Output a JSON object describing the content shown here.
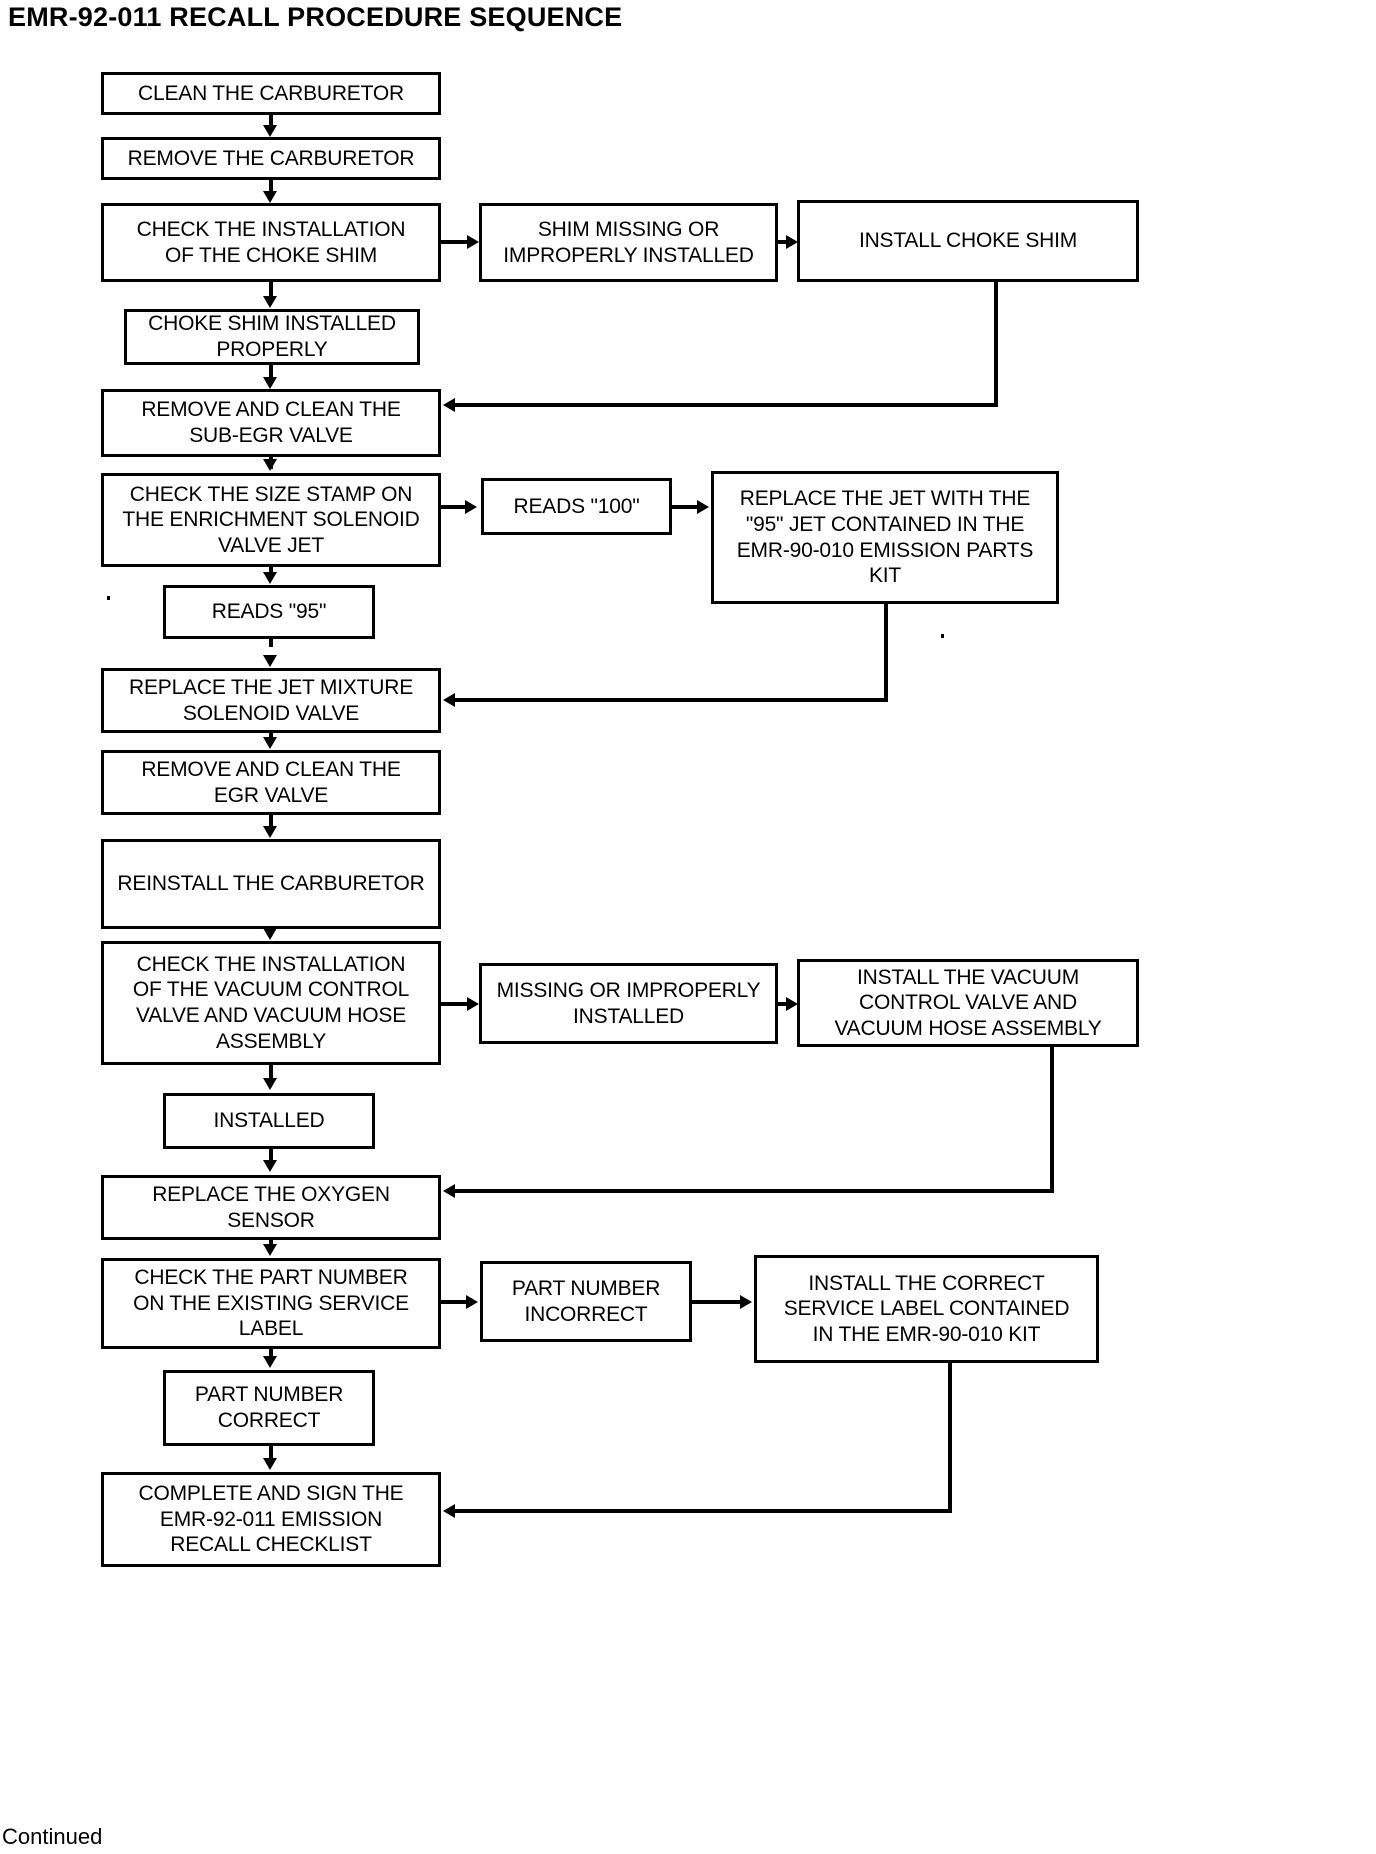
{
  "document": {
    "title": "EMR-92-011 RECALL PROCEDURE SEQUENCE",
    "footer_note": "Continued"
  },
  "chart_data": {
    "type": "diagram",
    "diagram_type": "flowchart",
    "title": "EMR-92-011 RECALL PROCEDURE SEQUENCE",
    "orientation": "top-to-bottom main spine with right-hand branch lanes",
    "nodes": [
      {
        "id": "n1",
        "label": "CLEAN THE CARBURETOR",
        "lane": "main"
      },
      {
        "id": "n2",
        "label": "REMOVE THE CARBURETOR",
        "lane": "main"
      },
      {
        "id": "n3",
        "label": "CHECK THE INSTALLATION\nOF THE CHOKE SHIM",
        "lane": "main"
      },
      {
        "id": "n4",
        "label": "SHIM MISSING OR\nIMPROPERLY INSTALLED",
        "lane": "branch"
      },
      {
        "id": "n5",
        "label": "INSTALL CHOKE SHIM",
        "lane": "branch-far"
      },
      {
        "id": "n6",
        "label": "CHOKE SHIM INSTALLED\nPROPERLY",
        "lane": "main"
      },
      {
        "id": "n7",
        "label": "REMOVE AND CLEAN THE\nSUB-EGR VALVE",
        "lane": "main"
      },
      {
        "id": "n8",
        "label": "CHECK THE SIZE STAMP ON\nTHE ENRICHMENT SOLENOID\nVALVE JET",
        "lane": "main"
      },
      {
        "id": "n9",
        "label": "READS \"100\"",
        "lane": "branch"
      },
      {
        "id": "n10",
        "label": "REPLACE THE JET WITH THE\n\"95\" JET CONTAINED IN THE\nEMR-90-010 EMISSION PARTS\nKIT",
        "lane": "branch-far"
      },
      {
        "id": "n11",
        "label": "READS \"95\"",
        "lane": "main"
      },
      {
        "id": "n12",
        "label": "REPLACE THE JET MIXTURE\nSOLENOID VALVE",
        "lane": "main"
      },
      {
        "id": "n13",
        "label": "REMOVE AND CLEAN THE\nEGR VALVE",
        "lane": "main"
      },
      {
        "id": "n14",
        "label": "REINSTALL THE CARBURETOR",
        "lane": "main"
      },
      {
        "id": "n15",
        "label": "CHECK THE INSTALLATION\nOF THE VACUUM CONTROL\nVALVE AND VACUUM HOSE\nASSEMBLY",
        "lane": "main"
      },
      {
        "id": "n16",
        "label": "MISSING OR IMPROPERLY\nINSTALLED",
        "lane": "branch"
      },
      {
        "id": "n17",
        "label": "INSTALL THE VACUUM\nCONTROL VALVE AND\nVACUUM HOSE ASSEMBLY",
        "lane": "branch-far"
      },
      {
        "id": "n18",
        "label": "INSTALLED",
        "lane": "main"
      },
      {
        "id": "n19",
        "label": "REPLACE THE OXYGEN\nSENSOR",
        "lane": "main"
      },
      {
        "id": "n20",
        "label": "CHECK THE PART NUMBER\nON THE EXISTING SERVICE\nLABEL",
        "lane": "main"
      },
      {
        "id": "n21",
        "label": "PART NUMBER\nINCORRECT",
        "lane": "branch"
      },
      {
        "id": "n22",
        "label": "INSTALL THE CORRECT\nSERVICE LABEL CONTAINED\nIN THE EMR-90-010 KIT",
        "lane": "branch-far"
      },
      {
        "id": "n23",
        "label": "PART NUMBER\nCORRECT",
        "lane": "main"
      },
      {
        "id": "n24",
        "label": "COMPLETE AND SIGN THE\nEMR-92-011 EMISSION\nRECALL CHECKLIST",
        "lane": "main"
      }
    ],
    "edges": [
      {
        "from": "n1",
        "to": "n2",
        "dir": "down"
      },
      {
        "from": "n2",
        "to": "n3",
        "dir": "down"
      },
      {
        "from": "n3",
        "to": "n4",
        "dir": "right"
      },
      {
        "from": "n4",
        "to": "n5",
        "dir": "right"
      },
      {
        "from": "n3",
        "to": "n6",
        "dir": "down"
      },
      {
        "from": "n6",
        "to": "n7",
        "dir": "down"
      },
      {
        "from": "n5",
        "to": "n7",
        "dir": "down-then-left"
      },
      {
        "from": "n7",
        "to": "n8",
        "dir": "down"
      },
      {
        "from": "n8",
        "to": "n9",
        "dir": "right"
      },
      {
        "from": "n9",
        "to": "n10",
        "dir": "right"
      },
      {
        "from": "n8",
        "to": "n11",
        "dir": "down"
      },
      {
        "from": "n11",
        "to": "n12",
        "dir": "down"
      },
      {
        "from": "n10",
        "to": "n12",
        "dir": "down-then-left"
      },
      {
        "from": "n12",
        "to": "n13",
        "dir": "down"
      },
      {
        "from": "n13",
        "to": "n14",
        "dir": "down"
      },
      {
        "from": "n14",
        "to": "n15",
        "dir": "down"
      },
      {
        "from": "n15",
        "to": "n16",
        "dir": "right"
      },
      {
        "from": "n16",
        "to": "n17",
        "dir": "right"
      },
      {
        "from": "n15",
        "to": "n18",
        "dir": "down"
      },
      {
        "from": "n18",
        "to": "n19",
        "dir": "down"
      },
      {
        "from": "n17",
        "to": "n19",
        "dir": "down-then-left"
      },
      {
        "from": "n19",
        "to": "n20",
        "dir": "down"
      },
      {
        "from": "n20",
        "to": "n21",
        "dir": "right"
      },
      {
        "from": "n21",
        "to": "n22",
        "dir": "right"
      },
      {
        "from": "n20",
        "to": "n23",
        "dir": "down"
      },
      {
        "from": "n23",
        "to": "n24",
        "dir": "down"
      },
      {
        "from": "n22",
        "to": "n24",
        "dir": "down-then-left"
      }
    ],
    "colors": {
      "stroke": "#000000",
      "fill": "#ffffff",
      "text": "#000000"
    }
  }
}
